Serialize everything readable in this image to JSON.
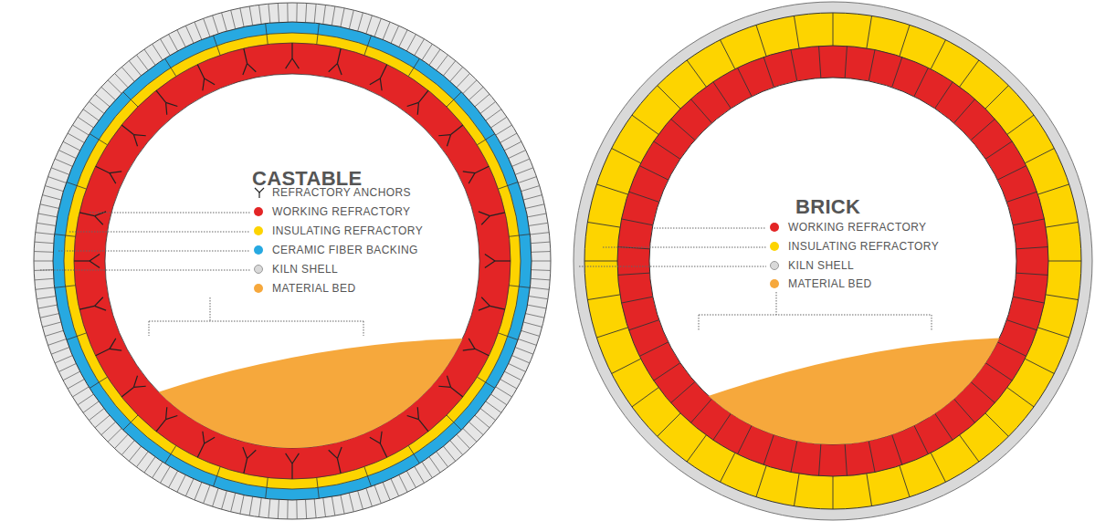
{
  "diagram": {
    "nodes": [
      {
        "text": [
          "CASTABLE"
        ]
      },
      {
        "text": [
          "BRICK"
        ]
      }
    ],
    "legend": [
      {
        "text": "REFRACTORY ANCHORS"
      },
      {
        "text": "WORKING REFRACTORY",
        "color": "#e32526"
      },
      {
        "text": "INSULATING REFRACTORY",
        "color": "#fdd400"
      },
      {
        "text": "CERAMIC FIBER BACKING",
        "color": "#27a9e1"
      },
      {
        "text": "KILN SHELL",
        "color": "#d9d9d9"
      },
      {
        "text": "MATERIAL BED",
        "color": "#f6a83c"
      },
      {
        "text": "WORKING REFRACTORY",
        "color": "#e32526"
      },
      {
        "text": "INSULATING REFRACTORY",
        "color": "#fdd400"
      },
      {
        "text": "KILN SHELL",
        "color": "#d9d9d9"
      },
      {
        "text": "MATERIAL BED",
        "color": "#f6a83c"
      }
    ]
  }
}
